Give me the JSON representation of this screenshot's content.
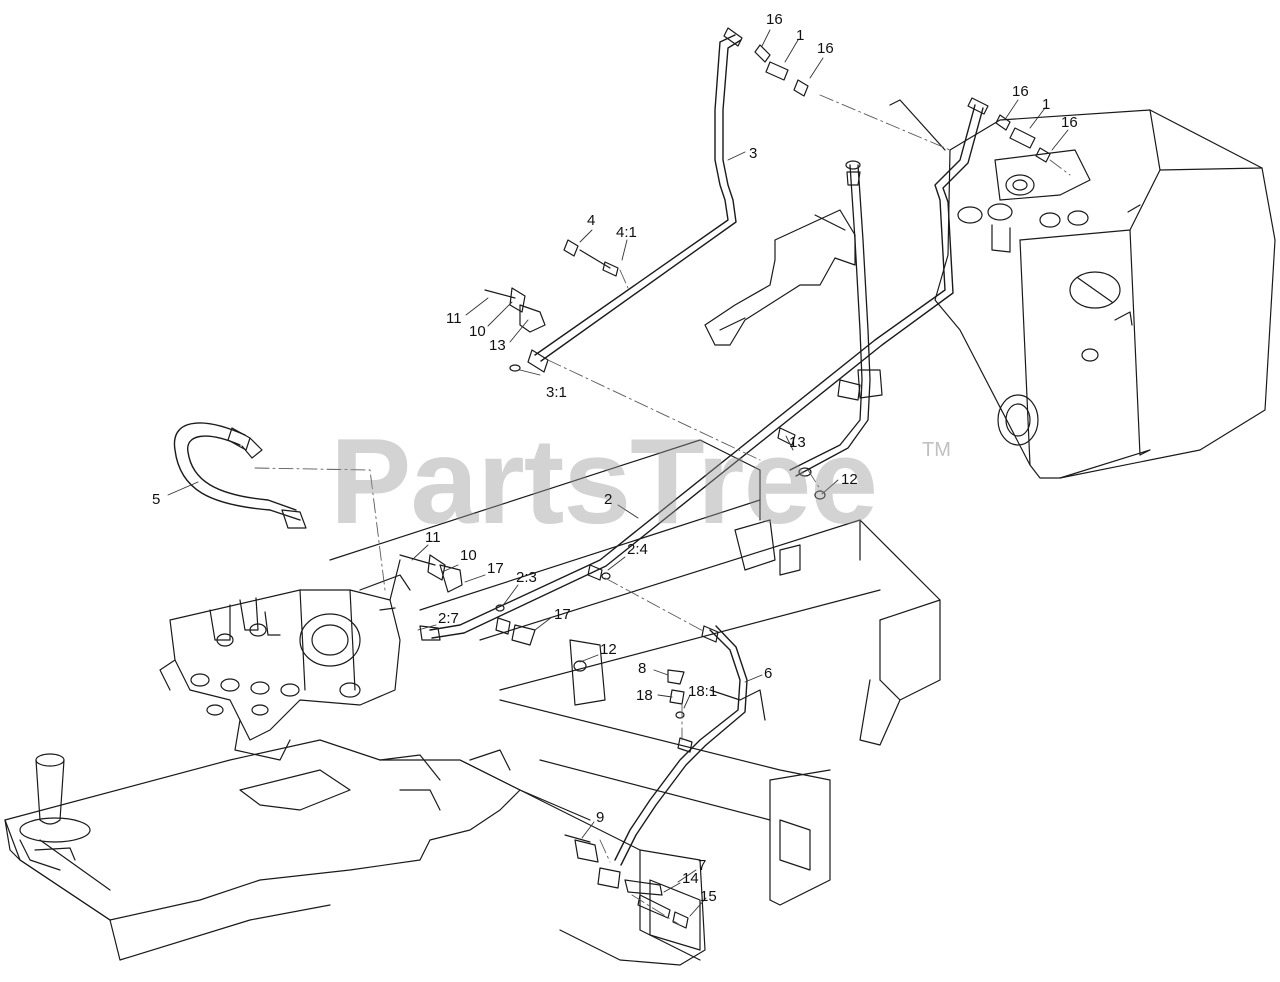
{
  "watermark": {
    "text": "PartsTree",
    "trademark": "TM"
  },
  "colors": {
    "line": "#1a1a1a",
    "ghost": "#5a5a5a",
    "label": "#111111",
    "watermark": "#969696"
  },
  "callouts": [
    "16",
    "1",
    "16",
    "16",
    "1",
    "16",
    "3",
    "4",
    "4:1",
    "11",
    "10",
    "13",
    "3:1",
    "5",
    "13",
    "12",
    "2",
    "11",
    "10",
    "17",
    "2:3",
    "2:4",
    "2:7",
    "17",
    "12",
    "8",
    "6",
    "18",
    "18:1",
    "9",
    "7",
    "14",
    "15"
  ]
}
